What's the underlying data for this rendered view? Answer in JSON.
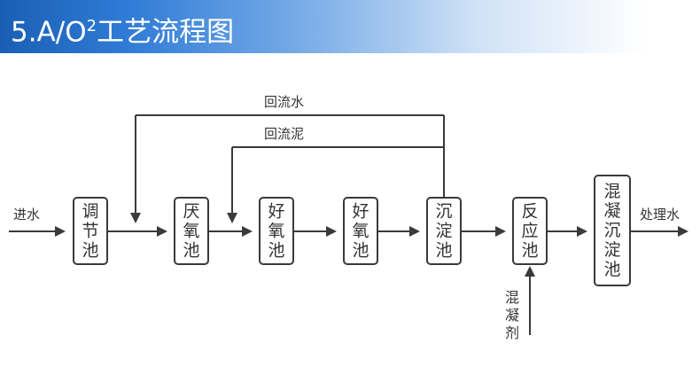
{
  "header": {
    "title_main": "5.A/O",
    "title_super": "2",
    "title_tail": "工艺流程图",
    "color_start": "#1a5fb4",
    "color_end": "#ffffff"
  },
  "flow": {
    "inlet_label": "进水",
    "outlet_label": "处理水",
    "return_water_label": "回流水",
    "return_sludge_label": "回流泥",
    "coagulant_label": [
      "混",
      "凝",
      "剂"
    ],
    "units": [
      {
        "id": "regulating",
        "chars": [
          "调",
          "节",
          "池"
        ]
      },
      {
        "id": "anaerobic",
        "chars": [
          "厌",
          "氧",
          "池"
        ]
      },
      {
        "id": "aerobic-1",
        "chars": [
          "好",
          "氧",
          "池"
        ]
      },
      {
        "id": "aerobic-2",
        "chars": [
          "好",
          "氧",
          "池"
        ]
      },
      {
        "id": "sedimentation",
        "chars": [
          "沉",
          "淀",
          "池"
        ]
      },
      {
        "id": "reaction",
        "chars": [
          "反",
          "应",
          "池"
        ]
      },
      {
        "id": "coag-sedimentation",
        "chars": [
          "混",
          "凝",
          "沉",
          "淀",
          "池"
        ]
      }
    ],
    "line_color": "#3a3a3a"
  }
}
